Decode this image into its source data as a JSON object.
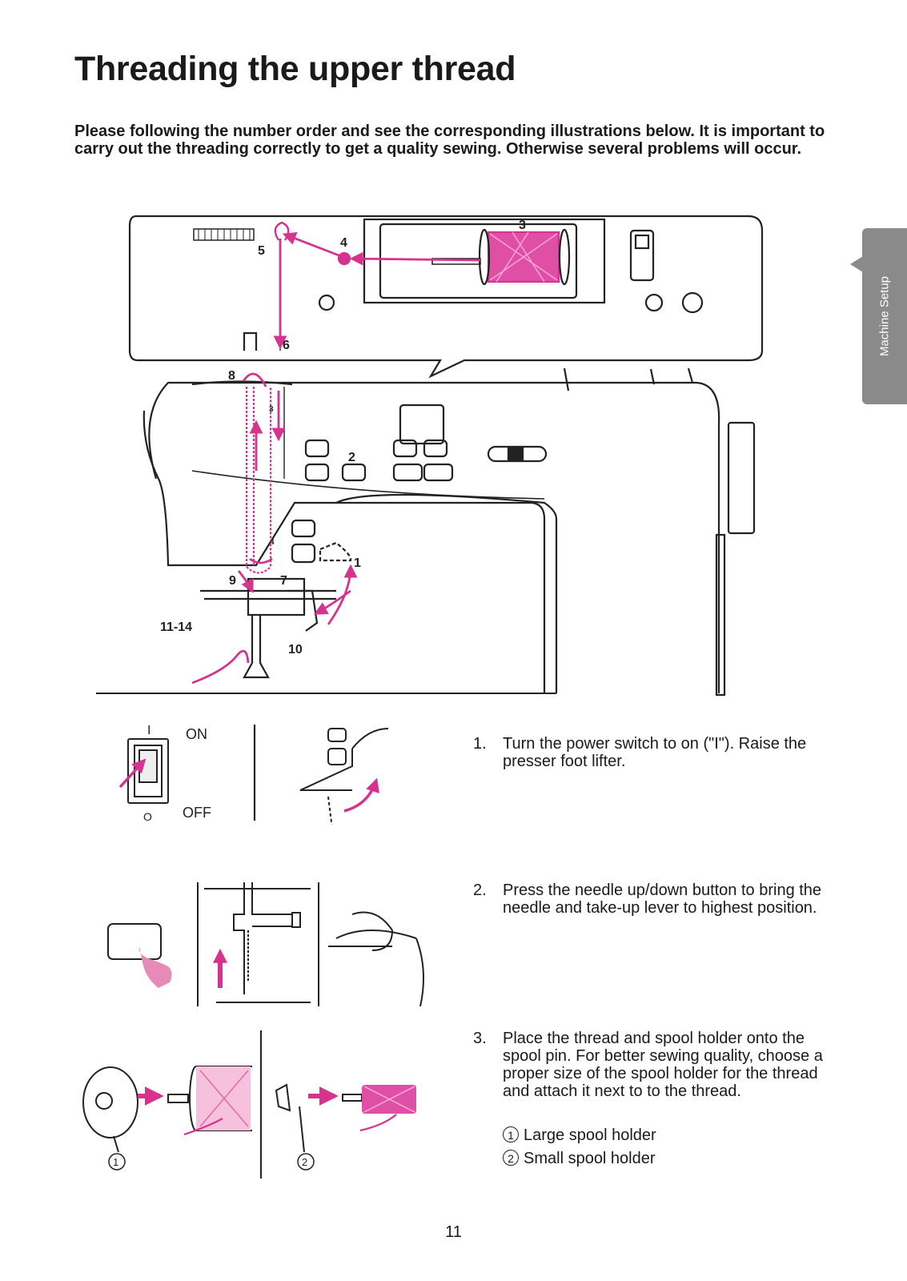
{
  "page": {
    "title": "Threading the upper thread",
    "intro": "Please following the number order and see the corresponding illustrations below. It is important to carry out the threading correctly to get a quality sewing. Otherwise several problems will occur.",
    "side_tab": "Machine Setup",
    "page_number": "11"
  },
  "diagram": {
    "callouts": [
      "1",
      "2",
      "3",
      "4",
      "5",
      "6",
      "7",
      "8",
      "9",
      "10",
      "11-14"
    ],
    "inner_callouts": [
      "3",
      "4"
    ]
  },
  "colors": {
    "accent": "#d6338f",
    "tab": "#8a8a8a",
    "line": "#222222"
  },
  "steps": [
    {
      "number": "1.",
      "text": "Turn the power switch to on (\"I\"). Raise the presser foot lifter.",
      "illustration_labels": {
        "on_mark": "I",
        "on": "ON",
        "off_mark": "O",
        "off": "OFF"
      }
    },
    {
      "number": "2.",
      "text": "Press the needle up/down button to bring the needle and take-up lever to highest position."
    },
    {
      "number": "3.",
      "text": "Place the thread and spool holder onto the spool pin. For better sewing quality, choose a proper size of the spool holder for the thread and attach it next to to the thread.",
      "items": [
        {
          "marker": "1",
          "label": "Large spool holder"
        },
        {
          "marker": "2",
          "label": "Small spool holder"
        }
      ]
    }
  ]
}
